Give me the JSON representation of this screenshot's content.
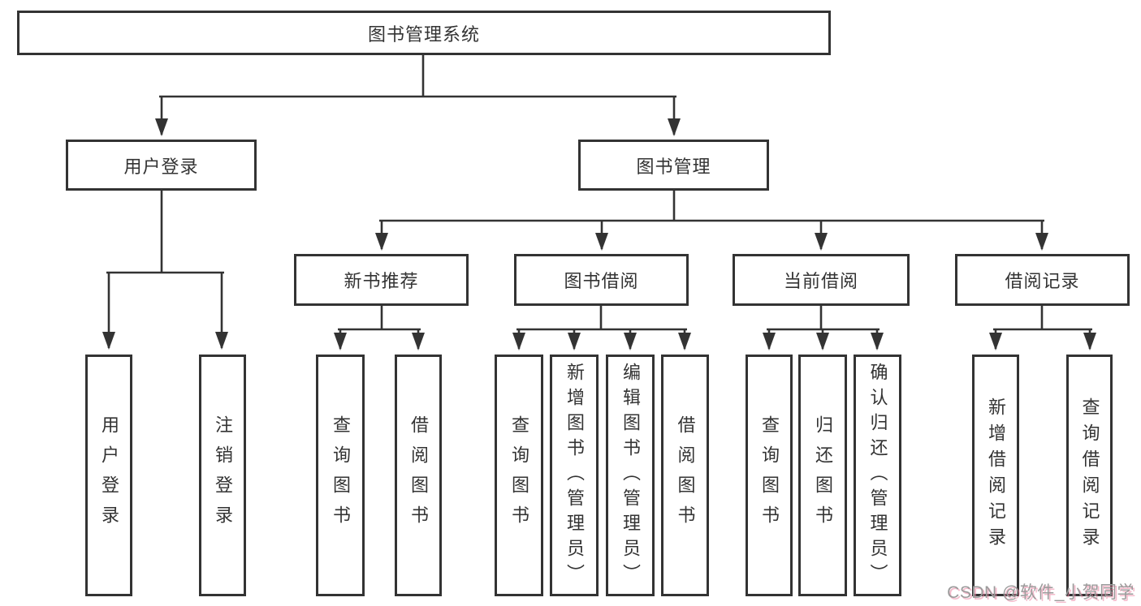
{
  "diagram": {
    "root": {
      "label": "图书管理系统"
    },
    "level2": [
      {
        "label": "用户登录",
        "children": [
          "用户登录",
          "注销登录"
        ]
      },
      {
        "label": "图书管理"
      }
    ],
    "level3": [
      {
        "label": "新书推荐",
        "children": [
          "查询图书",
          "借阅图书"
        ]
      },
      {
        "label": "图书借阅",
        "children": [
          "查询图书",
          "新增图书（管理员）",
          "编辑图书（管理员）",
          "借阅图书"
        ]
      },
      {
        "label": "当前借阅",
        "children": [
          "查询图书",
          "归还图书",
          "确认归还（管理员）"
        ]
      },
      {
        "label": "借阅记录",
        "children": [
          "新增借阅记录",
          "查询借阅记录"
        ]
      }
    ]
  },
  "watermark": {
    "text": "CSDN @软件_小贺同学"
  },
  "colors": {
    "line": "#333333",
    "text": "#333333",
    "background": "#ffffff",
    "watermark_gray": "#9b9b9b",
    "watermark_pink": "#eb82a0"
  }
}
